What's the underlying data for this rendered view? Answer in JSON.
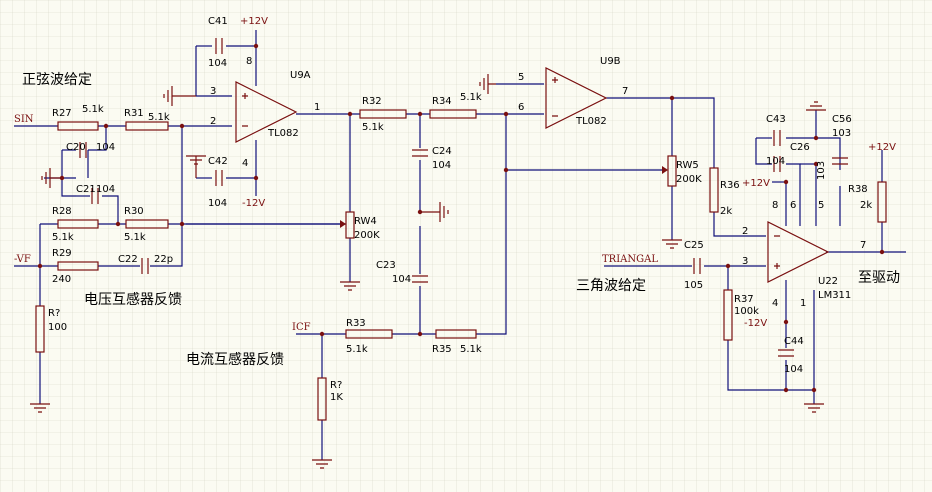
{
  "labels": {
    "sine_ref": "正弦波给定",
    "voltage_fb": "电压互感器反馈",
    "current_fb": "电流互感器反馈",
    "triangle_ref": "三角波给定",
    "to_drive": "至驱动"
  },
  "nets": {
    "sin": "SIN",
    "vf": "-VF",
    "icf": "ICF",
    "triangal": "TRIANGAL",
    "vcc_pos": "+12V",
    "vcc_neg": "-12V"
  },
  "ics": {
    "u9a": {
      "ref": "U9A",
      "part": "TL082"
    },
    "u9b": {
      "ref": "U9B",
      "part": "TL082"
    },
    "u22": {
      "ref": "U22",
      "part": "LM311"
    }
  },
  "components": {
    "r27": {
      "ref": "R27",
      "value": "5.1k"
    },
    "r31": {
      "ref": "R31",
      "value": "5.1k"
    },
    "r28": {
      "ref": "R28",
      "value": "5.1k"
    },
    "r30": {
      "ref": "R30",
      "value": "5.1k"
    },
    "r29": {
      "ref": "R29",
      "value": "240"
    },
    "r32": {
      "ref": "R32",
      "value": "5.1k"
    },
    "r34": {
      "ref": "R34",
      "value": "5.1k"
    },
    "r33": {
      "ref": "R33",
      "value": "5.1k"
    },
    "r35": {
      "ref": "R35",
      "value": "5.1k"
    },
    "r36": {
      "ref": "R36",
      "value": "2k"
    },
    "r37": {
      "ref": "R37",
      "value": "100k"
    },
    "r38": {
      "ref": "R38",
      "value": "2k"
    },
    "rq1": {
      "ref": "R?",
      "value": "100"
    },
    "rq2": {
      "ref": "R?",
      "value": "1K"
    },
    "rw4": {
      "ref": "RW4",
      "value": "200K"
    },
    "rw5": {
      "ref": "RW5",
      "value": "200K"
    },
    "c20": {
      "ref": "C20",
      "value": "104"
    },
    "c21": {
      "ref": "C21",
      "value": "104"
    },
    "c22": {
      "ref": "C22",
      "value": "22p"
    },
    "c41": {
      "ref": "C41",
      "value": "104"
    },
    "c42": {
      "ref": "C42",
      "value": "104"
    },
    "c24": {
      "ref": "C24",
      "value": "104"
    },
    "c23": {
      "ref": "C23",
      "value": "104"
    },
    "c25": {
      "ref": "C25",
      "value": "105"
    },
    "c43": {
      "ref": "C43",
      "value": "104"
    },
    "c26": {
      "ref": "C26",
      "value": "103"
    },
    "c56": {
      "ref": "C56",
      "value": "103"
    },
    "c44": {
      "ref": "C44",
      "value": "104"
    }
  },
  "pins": {
    "p1": "1",
    "p2": "2",
    "p3": "3",
    "p4": "4",
    "p5": "5",
    "p6": "6",
    "p7": "7",
    "p8": "8"
  }
}
